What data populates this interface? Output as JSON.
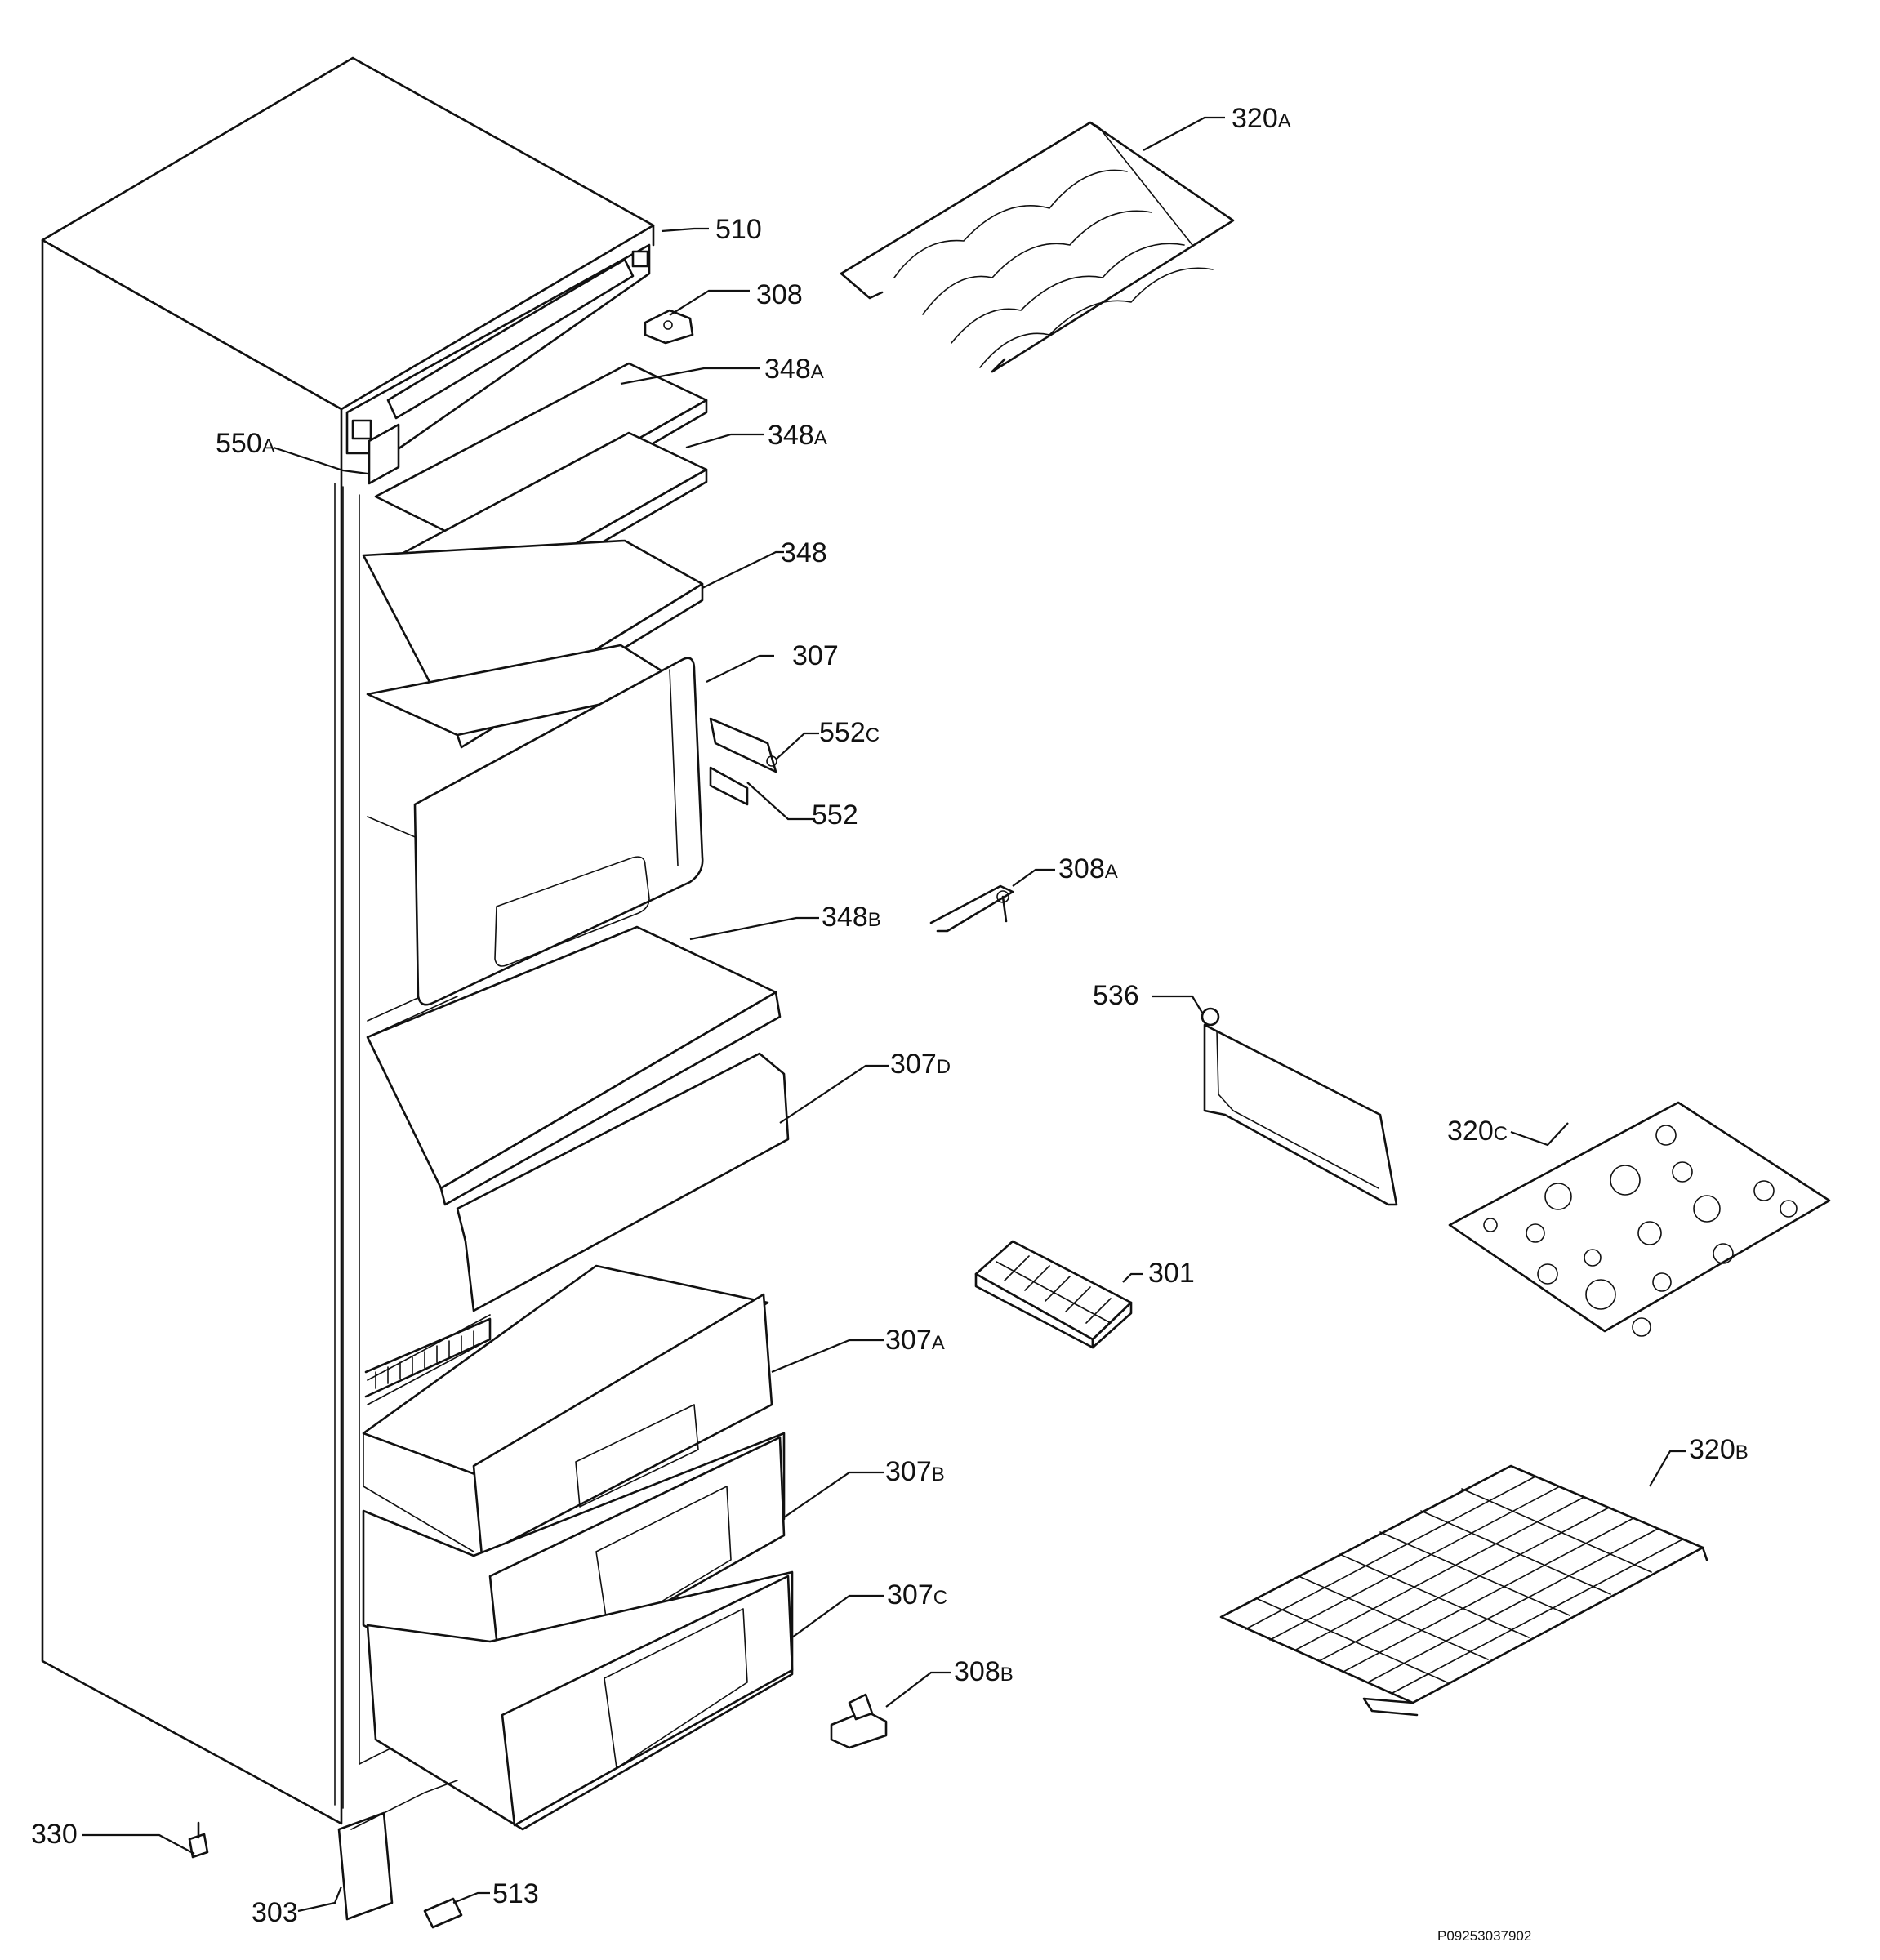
{
  "diagram": {
    "document_id": "P09253037902",
    "callouts": [
      {
        "id": "c-320a",
        "number": "320",
        "suffix": "A"
      },
      {
        "id": "c-510",
        "number": "510",
        "suffix": ""
      },
      {
        "id": "c-308",
        "number": "308",
        "suffix": ""
      },
      {
        "id": "c-348a-1",
        "number": "348",
        "suffix": "A"
      },
      {
        "id": "c-550a",
        "number": "550",
        "suffix": "A"
      },
      {
        "id": "c-348a-2",
        "number": "348",
        "suffix": "A"
      },
      {
        "id": "c-348",
        "number": "348",
        "suffix": ""
      },
      {
        "id": "c-307",
        "number": "307",
        "suffix": ""
      },
      {
        "id": "c-552c",
        "number": "552",
        "suffix": "C"
      },
      {
        "id": "c-552",
        "number": "552",
        "suffix": ""
      },
      {
        "id": "c-308a",
        "number": "308",
        "suffix": "A"
      },
      {
        "id": "c-348b",
        "number": "348",
        "suffix": "B"
      },
      {
        "id": "c-536",
        "number": "536",
        "suffix": ""
      },
      {
        "id": "c-307d",
        "number": "307",
        "suffix": "D"
      },
      {
        "id": "c-320c",
        "number": "320",
        "suffix": "C"
      },
      {
        "id": "c-301",
        "number": "301",
        "suffix": ""
      },
      {
        "id": "c-307a",
        "number": "307",
        "suffix": "A"
      },
      {
        "id": "c-307b",
        "number": "307",
        "suffix": "B"
      },
      {
        "id": "c-320b",
        "number": "320",
        "suffix": "B"
      },
      {
        "id": "c-307c",
        "number": "307",
        "suffix": "C"
      },
      {
        "id": "c-308b",
        "number": "308",
        "suffix": "B"
      },
      {
        "id": "c-330",
        "number": "330",
        "suffix": ""
      },
      {
        "id": "c-303",
        "number": "303",
        "suffix": ""
      },
      {
        "id": "c-513",
        "number": "513",
        "suffix": ""
      }
    ]
  }
}
